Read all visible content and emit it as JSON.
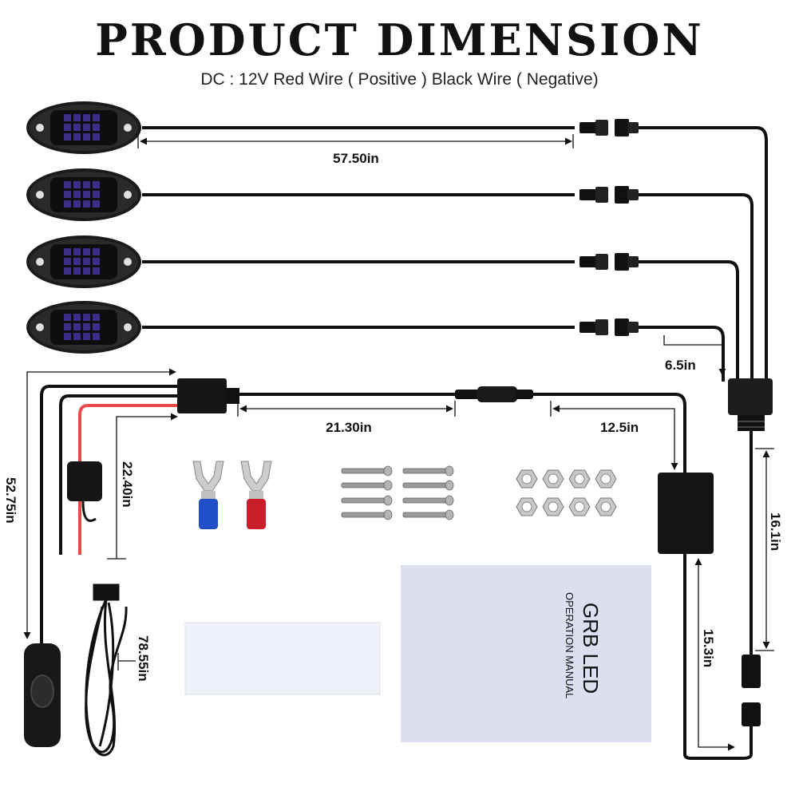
{
  "header": {
    "title": "PRODUCT  DIMENSION",
    "subtitle": "DC : 12V  Red Wire ( Positive )   Black Wire ( Negative)"
  },
  "dimensions": {
    "light_cable": "57.50in",
    "branch": "6.5in",
    "main_cable": "21.30in",
    "controller_cable": "12.5in",
    "hub_cable": "16.1in",
    "controller_to_connector": "15.3in",
    "switch_cable": "52.75in",
    "power_leads": "22.40in",
    "extension_cable": "78.55in"
  },
  "manual": {
    "title": "GRB LED",
    "subtitle": "OPERATION MANUAL"
  },
  "colors": {
    "wire": "#111111",
    "positive_wire": "#e84a4a",
    "blue_terminal": "#2050c8",
    "red_terminal": "#c8202a",
    "led": "#3a2e88"
  }
}
